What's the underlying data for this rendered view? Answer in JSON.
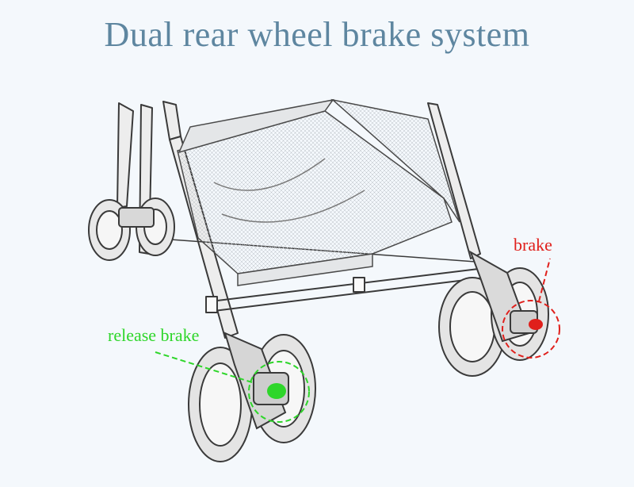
{
  "title": "Dual rear wheel brake system",
  "labels": {
    "brake": "brake",
    "release": "release brake"
  },
  "colors": {
    "title": "#5e86a0",
    "brake": "#e0201c",
    "release": "#2ed62a",
    "background": "#f4f8fc"
  }
}
